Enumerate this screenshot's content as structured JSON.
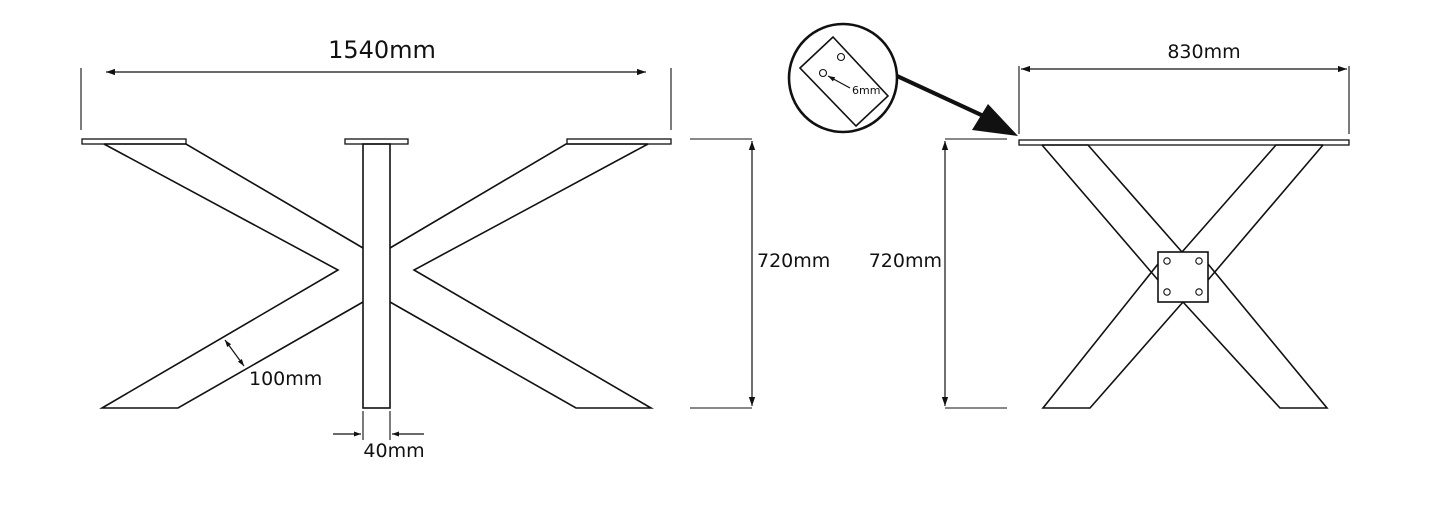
{
  "dimensions": {
    "side_width": "1540mm",
    "side_height": "720mm",
    "leg_width": "100mm",
    "post_width": "40mm",
    "end_width": "830mm",
    "end_height": "720mm",
    "hole_size": "6mm"
  }
}
